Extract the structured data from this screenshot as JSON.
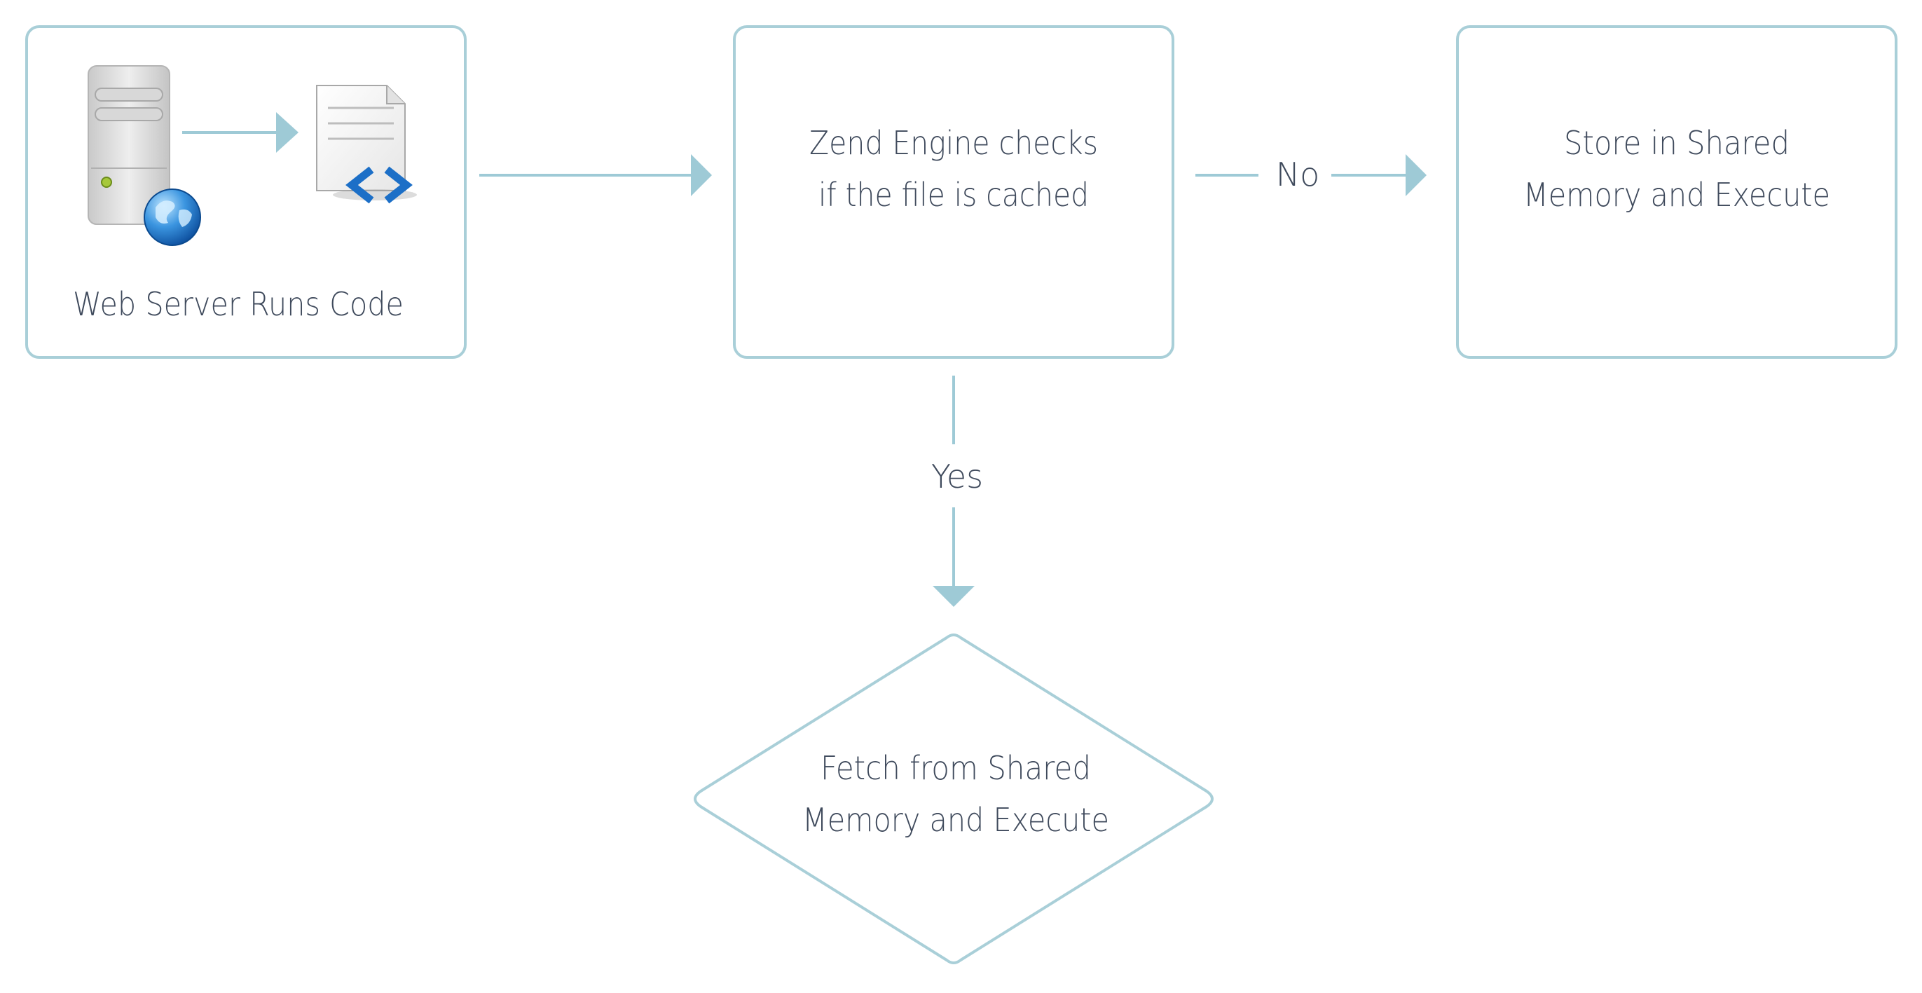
{
  "colors": {
    "border": "#a9cfd8",
    "arrow": "#9ecad6",
    "text": "#3f4a5c",
    "background": "#ffffff"
  },
  "nodes": {
    "web_server": {
      "label": "Web Server Runs Code",
      "icons": [
        "server-icon",
        "globe-icon",
        "arrow-icon",
        "code-document-icon"
      ]
    },
    "check_cache": {
      "line1": "Zend Engine checks",
      "line2": "if the file is cached"
    },
    "store": {
      "line1": "Store in Shared",
      "line2": "Memory and Execute"
    },
    "fetch": {
      "line1": "Fetch from Shared",
      "line2": "Memory and Execute"
    }
  },
  "edges": {
    "no_label": "No",
    "yes_label": "Yes"
  }
}
